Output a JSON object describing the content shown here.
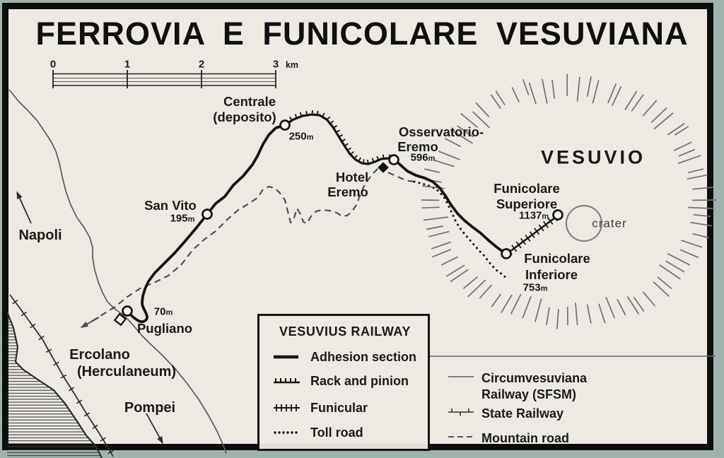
{
  "title": "FERROVIA E FUNICOLARE VESUVIANA",
  "scale_bar": {
    "ticks": [
      "0",
      "1",
      "2"
    ],
    "end_tick": "3",
    "unit": "km"
  },
  "map": {
    "region_label": "VESUVIO",
    "crater_label": "crater",
    "places": {
      "napoli": "Napoli",
      "ercolano_line1": "Ercolano",
      "ercolano_line2": "(Herculaneum)",
      "pompei": "Pompei"
    },
    "stations": {
      "centrale": {
        "name_1": "Centrale",
        "name_2": "(deposito)",
        "elev_value": "250",
        "elev_unit": "m"
      },
      "san_vito": {
        "name": "San Vito",
        "elev_value": "195",
        "elev_unit": "m"
      },
      "pugliano": {
        "name": "Pugliano",
        "elev_value": "70",
        "elev_unit": "m"
      },
      "osservatorio_eremo": {
        "name_1": "Osservatorio-",
        "name_2": "Eremo",
        "elev_value": "596",
        "elev_unit": "m"
      },
      "hotel_eremo": {
        "name_1": "Hotel",
        "name_2": "Eremo"
      },
      "funicolare_superiore": {
        "name_1": "Funicolare",
        "name_2": "Superiore",
        "elev_value": "1137",
        "elev_unit": "m"
      },
      "funicolare_inferiore": {
        "name_1": "Funicolare",
        "name_2": "Inferiore",
        "elev_value": "753",
        "elev_unit": "m"
      }
    }
  },
  "legend": {
    "title": "VESUVIUS RAILWAY",
    "left_items": [
      {
        "symbol": "adhesion-line",
        "label": "Adhesion section"
      },
      {
        "symbol": "rack-and-pinion-line",
        "label": "Rack and pinion"
      },
      {
        "symbol": "funicular-line",
        "label": "Funicular"
      },
      {
        "symbol": "toll-road-line",
        "label": "Toll road"
      }
    ],
    "right_items": [
      {
        "symbol": "circumvesuviana-line",
        "label_1": "Circumvesuviana",
        "label_2": "Railway (SFSM)"
      },
      {
        "symbol": "state-railway-line",
        "label_1": "State Railway"
      },
      {
        "symbol": "mountain-road-line",
        "label_1": "Mountain road"
      }
    ]
  },
  "colors": {
    "paper": "#eceae3",
    "ink": "#141414",
    "line_gray": "#5a5a5a",
    "hachure_gray": "#707070",
    "crater_gray": "#7a7a7a"
  }
}
